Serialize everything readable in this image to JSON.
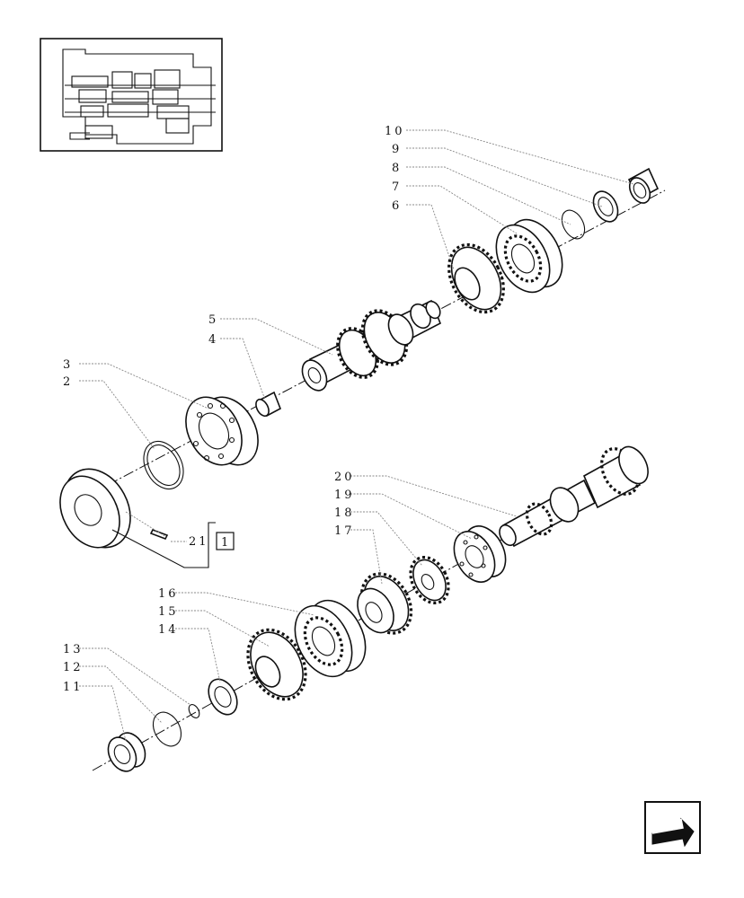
{
  "diagram": {
    "labels": {
      "p2": "2",
      "p3": "3",
      "p4": "4",
      "p5": "5",
      "p6": "6",
      "p7": "7",
      "p8": "8",
      "p9": "9",
      "p10": "10",
      "p11": "11",
      "p12": "12",
      "p13": "13",
      "p14": "14",
      "p15": "15",
      "p16": "16",
      "p17": "17",
      "p18": "18",
      "p19": "19",
      "p20": "20",
      "p21": "21"
    },
    "kit_reference": "1"
  },
  "navigation": {
    "next_icon": "arrow-next-icon"
  },
  "colors": {
    "ink": "#111111",
    "leader": "#888888",
    "background": "#ffffff"
  }
}
